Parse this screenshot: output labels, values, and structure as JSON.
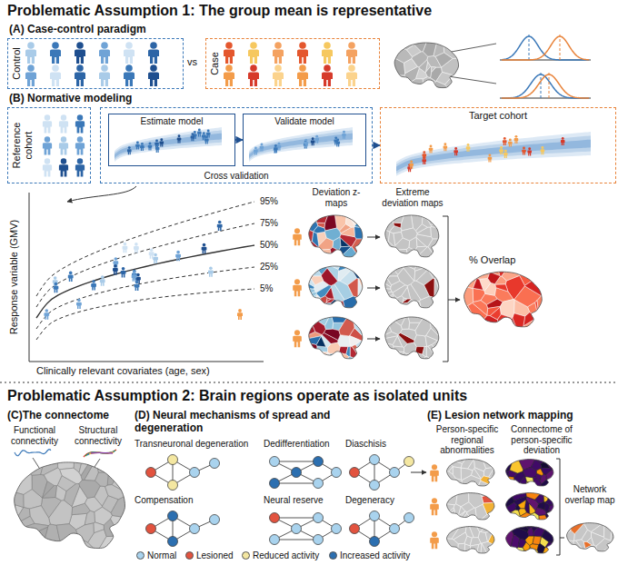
{
  "diagram": {
    "nodes": [
      {
        "text": [
          "Control"
        ]
      },
      {
        "text": [
          "Case"
        ]
      },
      {
        "text": [
          "Reference cohort"
        ]
      },
      {
        "text": [
          "Cross validation"
        ]
      },
      {
        "text": [
          "Estimate model"
        ],
        "in": 3
      },
      {
        "text": [
          "Validate model"
        ],
        "in": 3
      },
      {
        "text": [
          "Target cohort"
        ]
      }
    ],
    "edges": [
      {
        "from": 4,
        "to": 5,
        "arrow": "to"
      },
      {
        "from": 3,
        "to": 6,
        "arrow": "to"
      }
    ],
    "labels": [
      "Problematic Assumption 1: The group mean is representative",
      "(A) Case-control paradigm",
      "vs",
      "(B) Normative modeling",
      "95%",
      "75%",
      "50%",
      "25%",
      "5%",
      "Response variable (GMV)",
      "Clinically relevant covariates (age, sex)",
      "Deviation z-maps",
      "Extreme deviation maps",
      "% Overlap",
      "Problematic Assumption 2: Brain regions operate as isolated units",
      "(C)The connectome",
      "(D) Neural mechanisms of spread and degeneration",
      "(E) Lesion network mapping",
      "Functional connectivity",
      "Structural connectivity",
      "Transneuronal degeneration",
      "Dedifferentiation",
      "Diaschisis",
      "Compensation",
      "Neural reserve",
      "Degeneracy",
      "Person-specific regional abnormalities",
      "Connectome of person-specific deviation",
      "Network overlap map"
    ],
    "legend": [
      {
        "text": "Normal",
        "color": "#a9d3ee"
      },
      {
        "text": "Lesioned",
        "color": "#e2533f"
      },
      {
        "text": "Reduced activity",
        "color": "#f4e7a1"
      },
      {
        "text": "Increased activity",
        "color": "#2c6fb0"
      }
    ]
  }
}
